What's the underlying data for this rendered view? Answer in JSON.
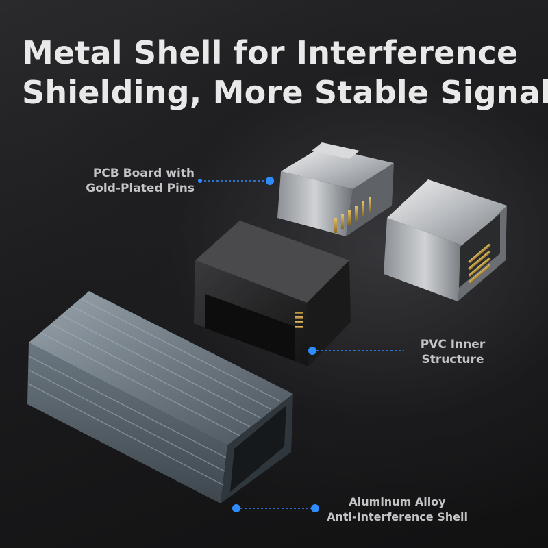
{
  "headline": {
    "line1": "Metal Shell for Interference",
    "line2": "Shielding, More Stable Signal"
  },
  "callouts": {
    "pcb": {
      "line1": "PCB Board with",
      "line2": "Gold-Plated Pins"
    },
    "pvc": {
      "line1": "PVC Inner",
      "line2": "Structure"
    },
    "shell": {
      "line1": "Aluminum Alloy",
      "line2": "Anti-Interference Shell"
    }
  },
  "colors": {
    "accent": "#2f8cff",
    "text": "#e9e9ea",
    "label": "#c4c4c6"
  }
}
